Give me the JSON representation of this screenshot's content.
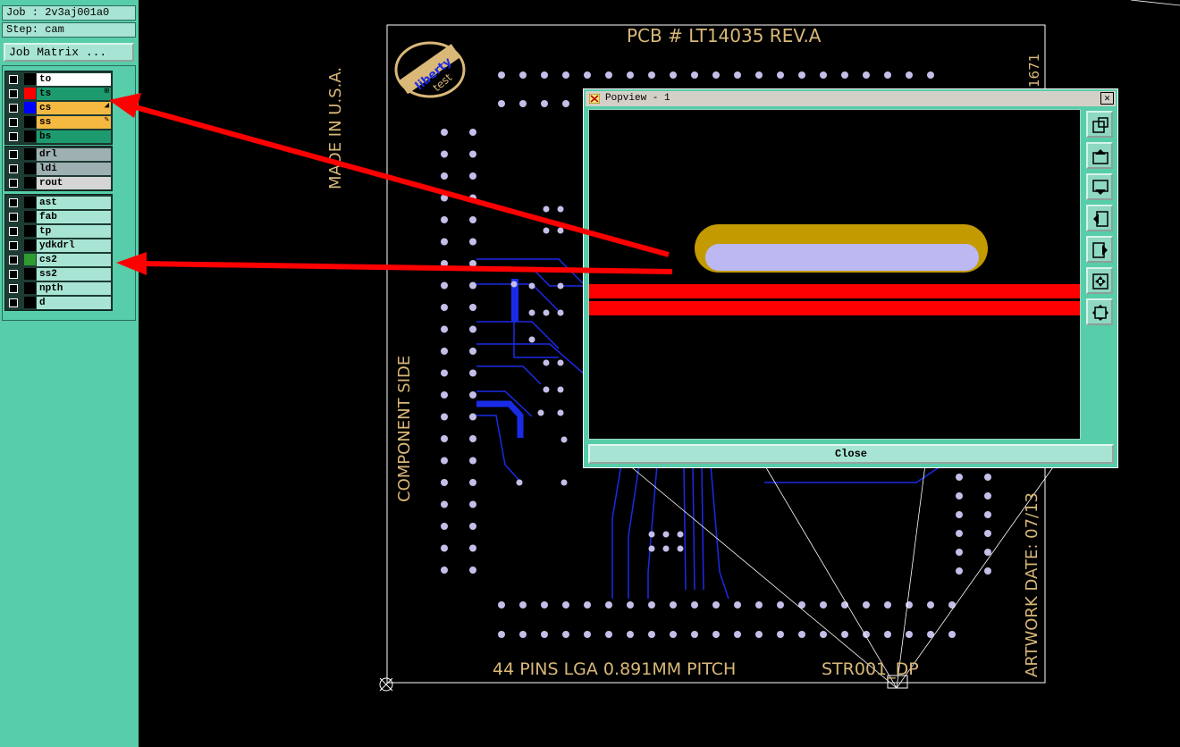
{
  "window": {
    "job_label": "Job : 2v3aj001a0",
    "step_label": "Step: cam"
  },
  "left_panel": {
    "job_matrix_label": "Job Matrix ...",
    "layer_groups": [
      [
        {
          "name": "to",
          "label_bg": "#ffffff",
          "swatch": "#000000"
        },
        {
          "name": "ts",
          "label_bg": "#1d9b6f",
          "swatch": "#ff0000",
          "mark": "⊞"
        },
        {
          "name": "cs",
          "label_bg": "#f5b942",
          "swatch": "#0000ff",
          "mark": "◢"
        },
        {
          "name": "ss",
          "label_bg": "#f5b942",
          "swatch": "#000000",
          "mark": "✎"
        },
        {
          "name": "bs",
          "label_bg": "#1d9b6f",
          "swatch": "#000000"
        }
      ],
      [
        {
          "name": "drl",
          "label_bg": "#9fb0b2",
          "swatch": "#000000"
        },
        {
          "name": "ldi",
          "label_bg": "#9fb0b2",
          "swatch": "#000000"
        },
        {
          "name": "rout",
          "label_bg": "#d5d5d5",
          "swatch": "#000000"
        }
      ],
      [
        {
          "name": "ast",
          "label_bg": "#a8e4d4",
          "swatch": "#000000"
        },
        {
          "name": "fab",
          "label_bg": "#a8e4d4",
          "swatch": "#000000"
        },
        {
          "name": "tp",
          "label_bg": "#a8e4d4",
          "swatch": "#000000"
        },
        {
          "name": "ydkdrl",
          "label_bg": "#a8e4d4",
          "swatch": "#000000"
        },
        {
          "name": "cs2",
          "label_bg": "#a8e4d4",
          "swatch": "#2f9b2f"
        },
        {
          "name": "ss2",
          "label_bg": "#a8e4d4",
          "swatch": "#000000"
        },
        {
          "name": "npth",
          "label_bg": "#a8e4d4",
          "swatch": "#000000"
        },
        {
          "name": "d",
          "label_bg": "#a8e4d4",
          "swatch": "#000000"
        }
      ]
    ]
  },
  "pcb": {
    "title": "PCB # LT14035  REV.A",
    "logo": "liberty test",
    "made_in": "MADE IN U.S.A.",
    "component_side": "COMPONENT SIDE",
    "bottom_left": "44 PINS LGA   0.891MM PITCH",
    "bottom_right": "STR001_DP",
    "artwork_date": "ARTWORK DATE: 07/13",
    "right_top": "1671",
    "colors": {
      "silk": "#d9b878",
      "pad": "#c4bfe8",
      "trace": "#1a2be8",
      "outline": "#ffffff"
    }
  },
  "popview": {
    "title": "Popview - 1",
    "close_label": "Close",
    "toolbar_icons": [
      "zoom-window-icon",
      "pan-up-icon",
      "pan-down-icon",
      "pan-left-icon",
      "pan-right-icon",
      "fit-screen-icon",
      "zoom-home-icon"
    ],
    "colors": {
      "pad_outer": "#c39a00",
      "pad_inner": "#bcb8f2",
      "trace": "#ff0000"
    }
  },
  "annotations": {
    "arrow_color": "#ff0000"
  }
}
